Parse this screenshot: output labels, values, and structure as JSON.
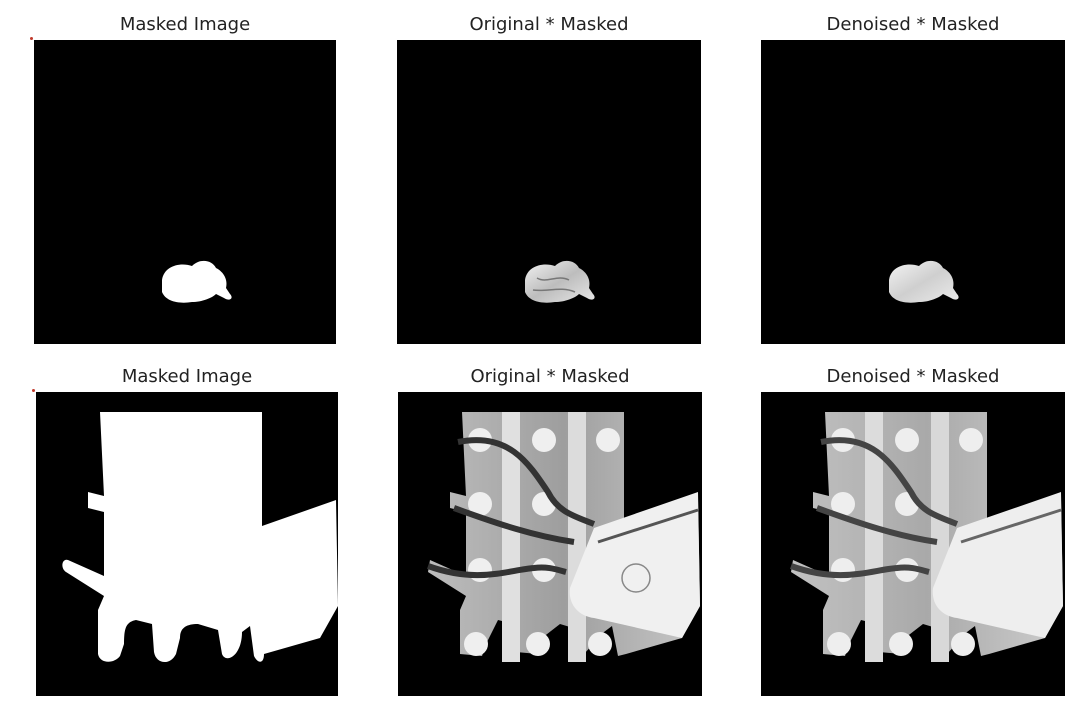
{
  "figure": {
    "rows": [
      {
        "panels": [
          {
            "title": "Masked Image"
          },
          {
            "title": "Original * Masked"
          },
          {
            "title": "Denoised * Masked"
          }
        ]
      },
      {
        "panels": [
          {
            "title": "Masked Image"
          },
          {
            "title": "Original * Masked"
          },
          {
            "title": "Denoised * Masked"
          }
        ]
      }
    ]
  },
  "colors": {
    "background": "#000000",
    "mask": "#ffffff",
    "marker": "#c0392b"
  }
}
